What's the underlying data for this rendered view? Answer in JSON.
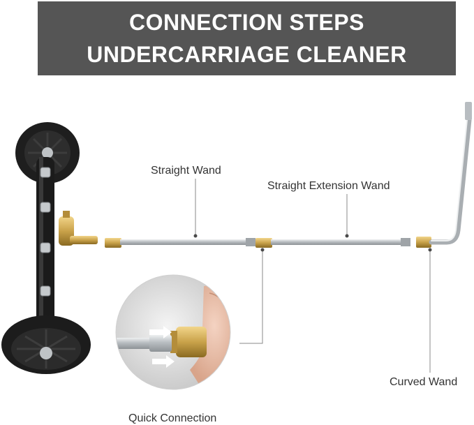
{
  "header": {
    "line1": "CONNECTION STEPS",
    "line2": "UNDERCARRIAGE CLEANER",
    "background_color": "#555555",
    "text_color": "#ffffff"
  },
  "labels": {
    "straight_wand": "Straight Wand",
    "straight_extension_wand": "Straight Extension Wand",
    "curved_wand": "Curved Wand",
    "quick_connection": "Quick Connection"
  },
  "colors": {
    "brass": "#c9a24a",
    "steel": "#c9cdd0",
    "wheel": "#1e1e1e",
    "leader_line": "#8a8a8a"
  },
  "icons": [
    "undercarriage-cleaner-icon",
    "wheel-icon",
    "wand-icon",
    "brass-connector-icon",
    "quick-connect-hand-icon",
    "arrow-icon"
  ]
}
